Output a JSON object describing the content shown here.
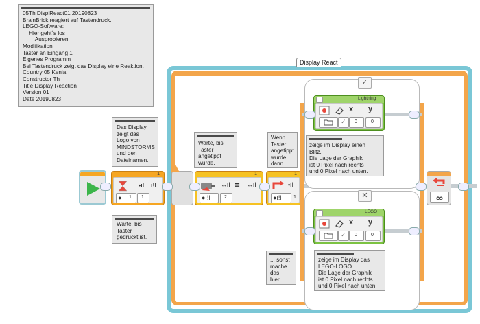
{
  "comments": {
    "header_comment": "05Th DisplReact01 20190823\nBrainBrick reagiert auf Tastendruck.\nLEGO-Software:\n    Hier geht´s los\n        Ausprobieren\nModifikation\nTaster an Eingang 1\nEigenes Programm\nBei Tastendruck zeigt das Display eine Reaktion.\nCountry 05 Kenia\nConstructor Th\nTitle Display Reaction\nVersion 01\nDate 20190823",
    "display_logo": "Das Display\nzeigt das\nLogo von\nMINDSTORMS\nund den\nDateinamen.",
    "wait_pressed": "Warte, bis\nTaster\ngedrückt ist.",
    "wait_bumped": "Warte, bis\nTaster\nangetippt\nwurde.",
    "if_bumped": "Wenn\nTaster\nangetippt\nwurde,\ndann ...",
    "lightning_desc": "zeige im Display einen\nBlitz.\nDie Lage der Graphik\nist 0 Pixel nach rechts\nund 0 Pixel nach unten.",
    "else_desc": "... sonst\nmache\ndas\nhier ...",
    "logo_desc": "zeige im Display das\nLEGO-LOGO.\nDie Lage der Graphik\nist 0 Pixel nach rechts\nund 0 Pixel nach unten."
  },
  "loop": {
    "title": "Display React",
    "infinity_symbol": "∞"
  },
  "switch": {
    "case_true_symbol": "✓",
    "case_false_symbol": "✕"
  },
  "blocks": {
    "wait_block_top_number": "1",
    "wait_block_port": "1",
    "wait_block_value": "1",
    "loop_wait_top_number": "1",
    "loop_wait_mode_value": "2",
    "switch_sensor_top_number": "1",
    "switch_sensor_value": "1",
    "display_lightning_image": "Lightning",
    "display_lego_image": "LEGO",
    "display_x_label": "x",
    "display_y_label": "y",
    "display_lightning_x": "0",
    "display_lightning_y": "0",
    "display_lego_x": "0",
    "display_lego_y": "0"
  },
  "colors": {
    "start_green": "#3cb54a",
    "wait_orange": "#f6a623",
    "display_green": "#7cc242",
    "loop_orange": "#f3a54a",
    "frame_blue": "#7ac7d6"
  }
}
